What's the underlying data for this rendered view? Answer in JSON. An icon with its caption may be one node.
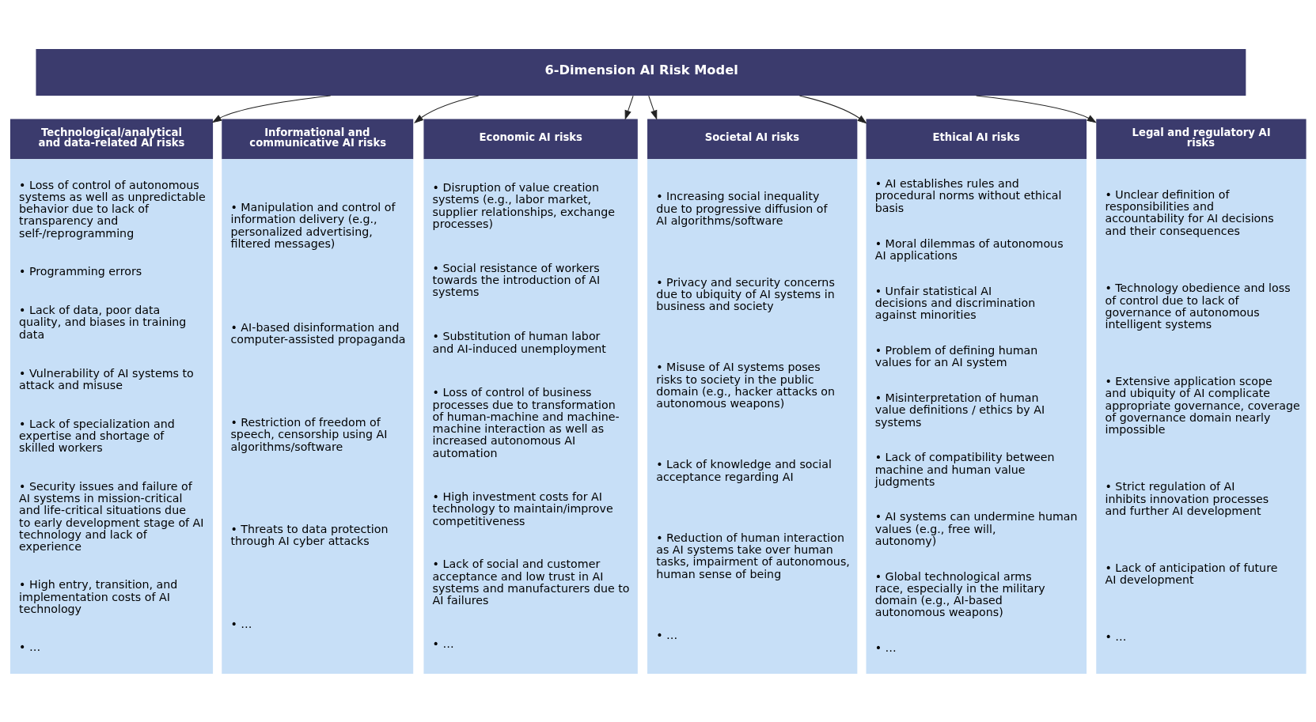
{
  "diagram": {
    "nodes": [
      {
        "text": [
          "6-Dimension AI Risk Model"
        ]
      },
      {
        "text": [
          "Technological/analytical and data-related AI risks",
          "• Loss of control of autonomous systems as well as unpredictable behavior due to lack of transparency and self-/reprogramming",
          "• Programming errors",
          "• Lack of data, poor data quality, and biases in training data",
          "• Vulnerability of AI systems to attack and misuse",
          "• Lack of specialization and expertise and shortage of skilled workers",
          "• Security issues and failure of AI systems in mission-critical and life-critical situations due to early development stage of AI technology and lack of experience",
          "• High entry, transition, and implementation costs of AI technology",
          "• …"
        ]
      },
      {
        "text": [
          "Informational and communicative AI risks",
          "• Manipulation and control of information delivery (e.g., personalized advertising, filtered messages)",
          "• AI-based disinformation and computer-assisted propaganda",
          "• Restriction of freedom of speech, censorship using AI algorithms/software",
          "• Threats to data protection through AI cyber attacks",
          "• …"
        ]
      },
      {
        "text": [
          "Economic AI risks",
          "• Disruption of value creation systems (e.g., labor market, supplier relationships, exchange processes)",
          "• Social resistance of workers towards the introduction of AI systems",
          "• Substitution of human labor and AI-induced unemployment",
          "• Loss of control of business processes due to transformation of human-machine and machine-machine interaction as well as increased autonomous AI automation",
          "• High investment costs for AI technology to maintain/improve competitiveness",
          "• Lack of social and customer acceptance and low trust in AI systems and manufacturers due to AI failures",
          "• …"
        ]
      },
      {
        "text": [
          "Societal AI risks",
          "• Increasing social inequality due to progressive diffusion of AI algorithms/software",
          "• Privacy and security concerns due to ubiquity of AI systems in business and society",
          "• Misuse of AI systems poses risks to society in the public domain (e.g., hacker attacks on autonomous weapons)",
          "• Lack of knowledge and social acceptance regarding AI",
          "• Reduction of human interaction as AI systems take over human tasks, impairment of autonomous, human sense of being",
          "• …"
        ]
      },
      {
        "text": [
          "Ethical AI risks",
          "• AI establishes rules and procedural norms without ethical basis",
          "• Moral dilemmas of autonomous AI applications",
          "• Unfair statistical AI decisions and discrimination against minorities",
          "• Problem of defining human values for an AI system",
          "• Misinterpretation of human value definitions / ethics by AI systems",
          "• Lack of compatibility between machine and human value judgments",
          "• AI systems can undermine human values (e.g., free will, autonomy)",
          "• Global technological arms race, especially in the military domain (e.g., AI-based autonomous weapons)",
          "• …"
        ]
      },
      {
        "text": [
          "Legal and regulatory AI risks",
          "• Unclear definition of responsibilities and accountability for AI decisions and their consequences",
          "• Technology obedience and loss of control due to lack of governance of autonomous intelligent systems",
          "• Extensive application scope and ubiquity of AI complicate appropriate governance, coverage of governance domain nearly impossible",
          "• Strict regulation of AI inhibits innovation processes and further AI development",
          "• Lack of anticipation of future AI development",
          "• …"
        ]
      }
    ],
    "edges": [
      {
        "from": 0,
        "to": 1,
        "arrow": "to"
      },
      {
        "from": 0,
        "to": 2,
        "arrow": "to"
      },
      {
        "from": 0,
        "to": 3,
        "arrow": "to"
      },
      {
        "from": 0,
        "to": 4,
        "arrow": "to"
      },
      {
        "from": 0,
        "to": 5,
        "arrow": "to"
      },
      {
        "from": 0,
        "to": 6,
        "arrow": "to"
      }
    ]
  }
}
